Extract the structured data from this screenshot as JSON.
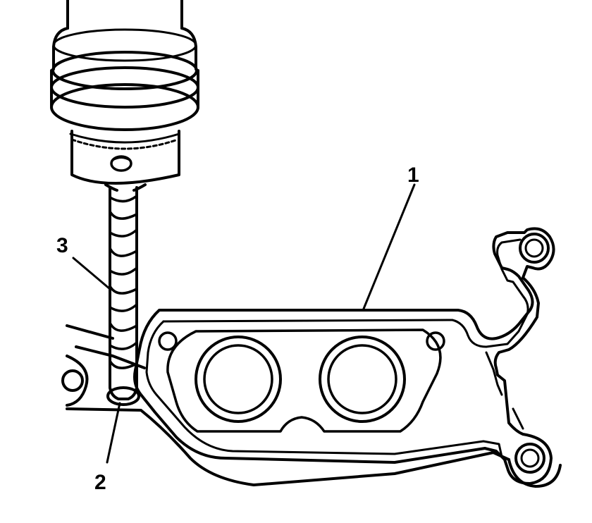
{
  "callouts": {
    "part_1": "1",
    "part_2": "2",
    "part_3": "3"
  },
  "colors": {
    "ink": "#000000",
    "paper": "#ffffff"
  },
  "icons": [
    "drill-chuck-icon",
    "drill-bit-icon",
    "gasket-plate-icon"
  ]
}
